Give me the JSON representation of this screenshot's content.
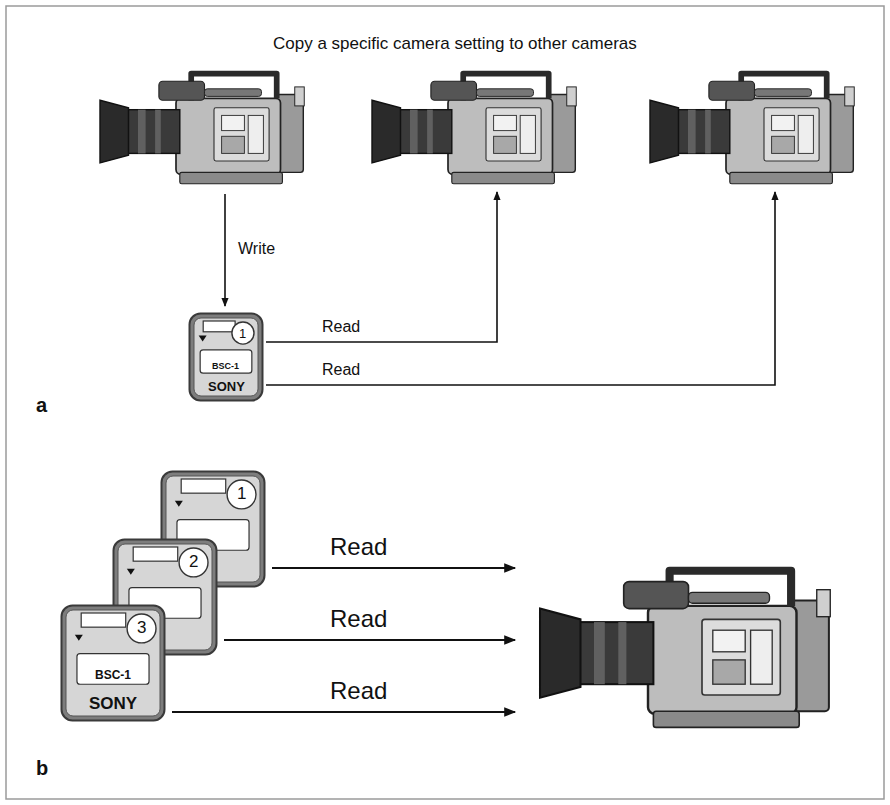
{
  "diagram": {
    "title": "Copy a specific camera setting to other cameras",
    "nodes": [
      {
        "text": [
          "1",
          "BSC-1",
          "SONY"
        ]
      },
      {
        "text": [
          "1"
        ]
      },
      {
        "text": [
          "2"
        ]
      },
      {
        "text": [
          "3",
          "BSC-1",
          "SONY"
        ]
      }
    ],
    "labels": [
      "Write",
      "Read",
      "Read",
      "a",
      "Read",
      "Read",
      "Read",
      "b"
    ]
  }
}
